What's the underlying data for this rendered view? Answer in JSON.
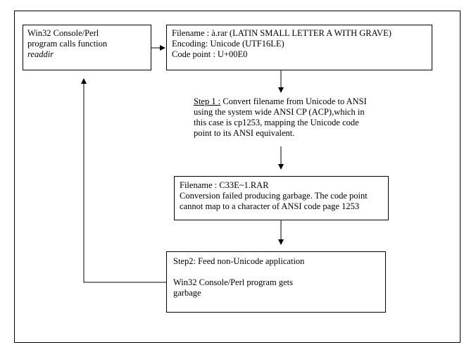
{
  "box1": {
    "line1": "Win32 Console/Perl",
    "line2": "program calls function",
    "line3": "readdir"
  },
  "box2": {
    "line1": "Filename : à.rar (LATIN SMALL LETTER A WITH GRAVE)",
    "line2": "Encoding: Unicode (UTF16LE)",
    "line3": "Code point : U+00E0"
  },
  "step1": {
    "label": "Step 1 :",
    "text1": " Convert filename from Unicode to ANSI",
    "line2": "using the system wide ANSI CP (ACP),which in",
    "line3": "this case is cp1253, mapping the Unicode code",
    "line4": "point to its ANSI equivalent."
  },
  "box3": {
    "line1": "Filename : C33E~1.RAR",
    "line2": "Conversion failed producing garbage. The code point",
    "line3": "cannot map to a character of ANSI code page 1253"
  },
  "box4": {
    "line1": "Step2: Feed non-Unicode application",
    "line2": "Win32 Console/Perl program gets",
    "line3": "garbage"
  },
  "colors": {
    "stroke": "#000000",
    "background": "#ffffff"
  }
}
